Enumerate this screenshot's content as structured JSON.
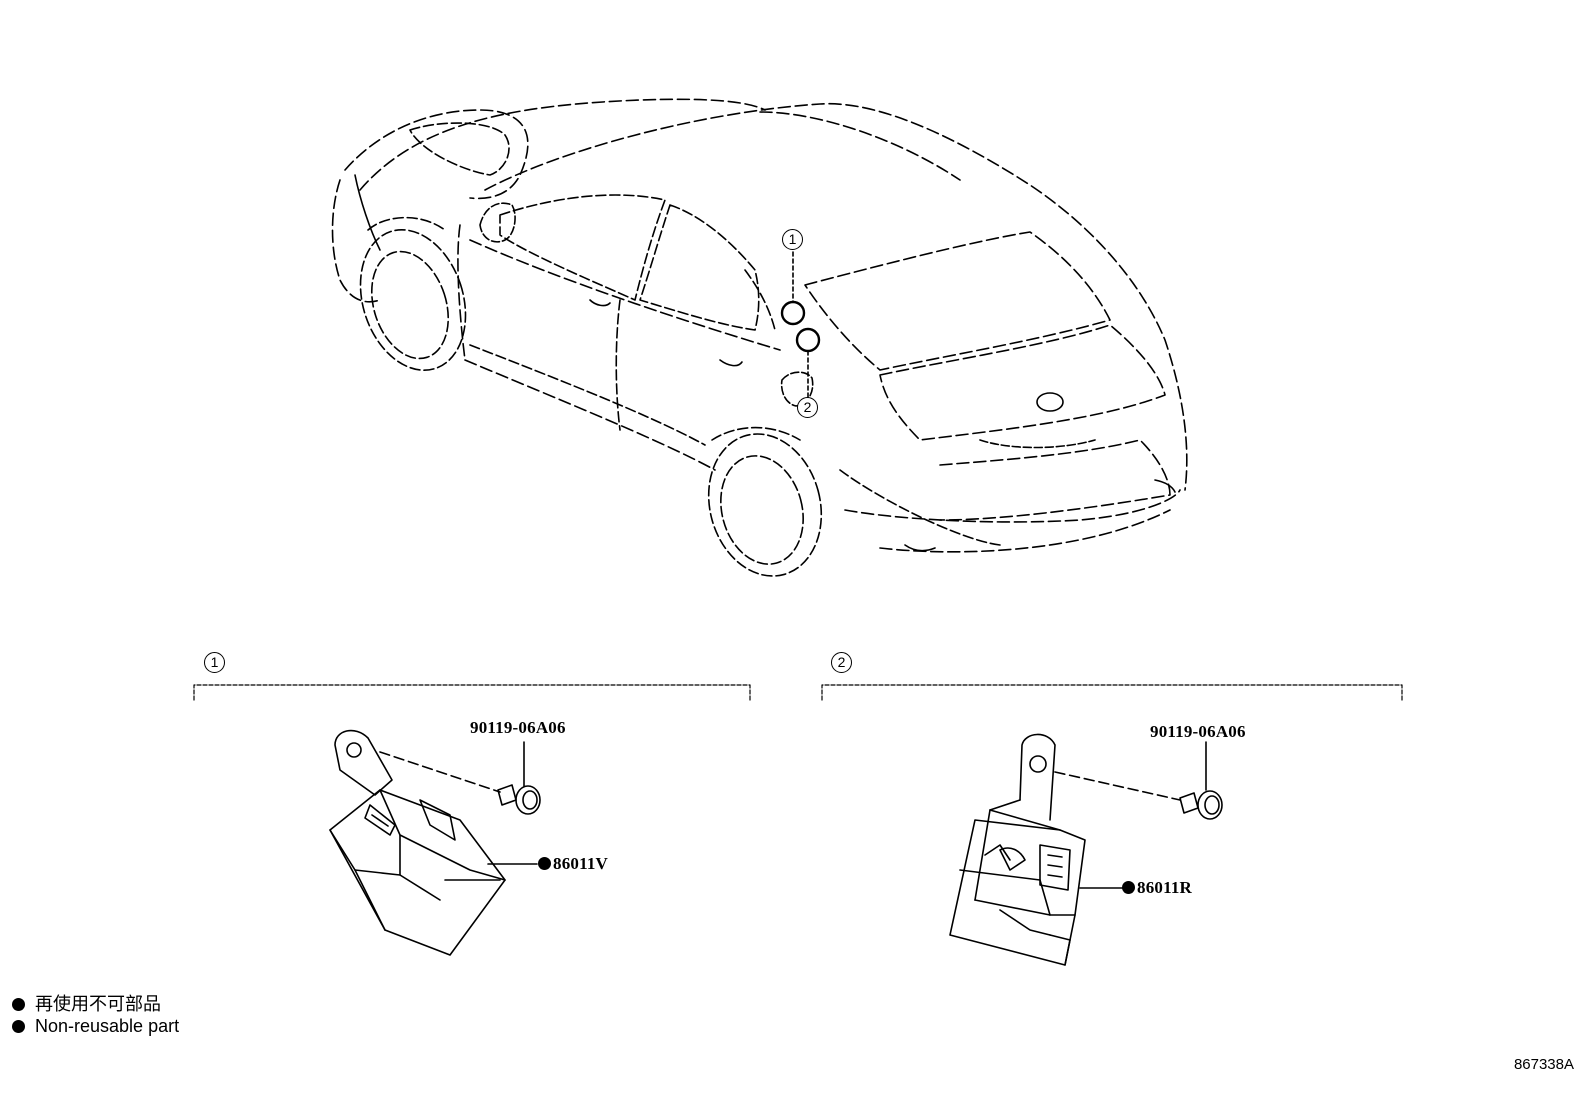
{
  "callouts": {
    "one": "1",
    "two": "2"
  },
  "groups": [
    {
      "label": "1"
    },
    {
      "label": "2"
    }
  ],
  "parts": {
    "bolt_1": "90119-06A06",
    "bolt_2": "90119-06A06",
    "module_1": "86011V",
    "module_2": "86011R"
  },
  "legend": {
    "jp": "再使用不可部品",
    "en": "Non-reusable part"
  },
  "figure_id": "867338A",
  "colors": {
    "line": "#000000",
    "background": "#ffffff"
  }
}
